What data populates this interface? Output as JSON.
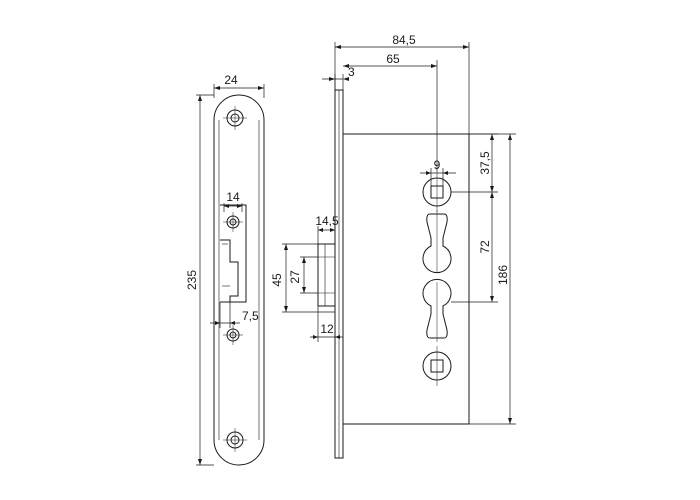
{
  "strike_plate": {
    "width_label": "24",
    "height_label": "235",
    "slot_width_label": "14",
    "slot_offset_label": "7,5"
  },
  "side_view": {
    "faceplate_label": "3",
    "latch_projection_label": "14,5",
    "latch_height_outer_label": "45",
    "latch_height_inner_label": "27",
    "latch_depth_label": "12"
  },
  "lock_body": {
    "overall_depth_label": "84,5",
    "backset_label": "65",
    "spindle_label": "9",
    "spindle_offset_label": "37,5",
    "center_distance_label": "72",
    "body_height_label": "186"
  }
}
